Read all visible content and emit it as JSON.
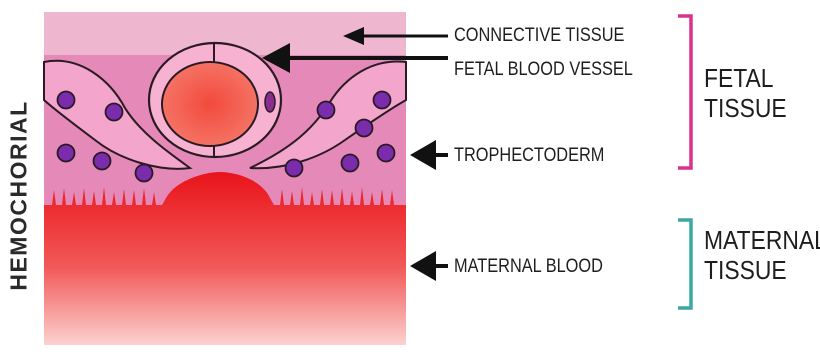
{
  "side_label": "HEMOCHORIAL",
  "labels": {
    "connective_tissue": "CONNECTIVE TISSUE",
    "fetal_blood_vessel": "FETAL BLOOD VESSEL",
    "trophectoderm": "TROPHECTODERM",
    "maternal_blood": "MATERNAL BLOOD"
  },
  "groups": {
    "fetal": {
      "line1": "FETAL",
      "line2": "TISSUE",
      "bracket_color": "#d6328e"
    },
    "maternal": {
      "line1": "MATERNAL",
      "line2": "TISSUE",
      "bracket_color": "#3aa8a4"
    }
  },
  "colors": {
    "connective_tissue": "#efb6cf",
    "trophectoderm": "#e58ab8",
    "cell": "#f3a5cc",
    "nucleus": "#7b2cad",
    "maternal_blood": "#ee1c1c",
    "vessel_wall": "#f6b2d0",
    "vessel_lumen": "#f25a4c"
  }
}
